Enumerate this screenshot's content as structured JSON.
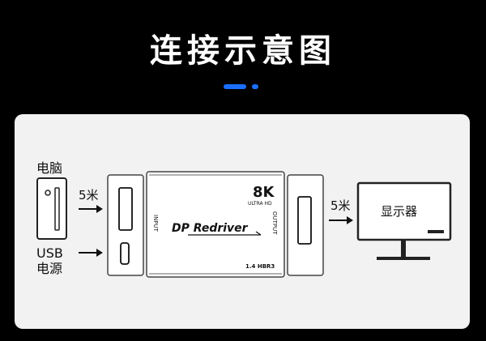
{
  "title": "连接示意图",
  "computer": {
    "label": "电脑"
  },
  "power": {
    "line1": "USB",
    "line2": "电源"
  },
  "cable_in": "5米",
  "cable_out": "5米",
  "monitor": {
    "label": "显示器"
  },
  "device": {
    "resolution": "8K",
    "resolution_sub": "ULTRA HD",
    "name": "DP Redriver",
    "spec": "1.4 HBR3",
    "input_label": "INPUT",
    "output_label": "OUTPUT"
  }
}
